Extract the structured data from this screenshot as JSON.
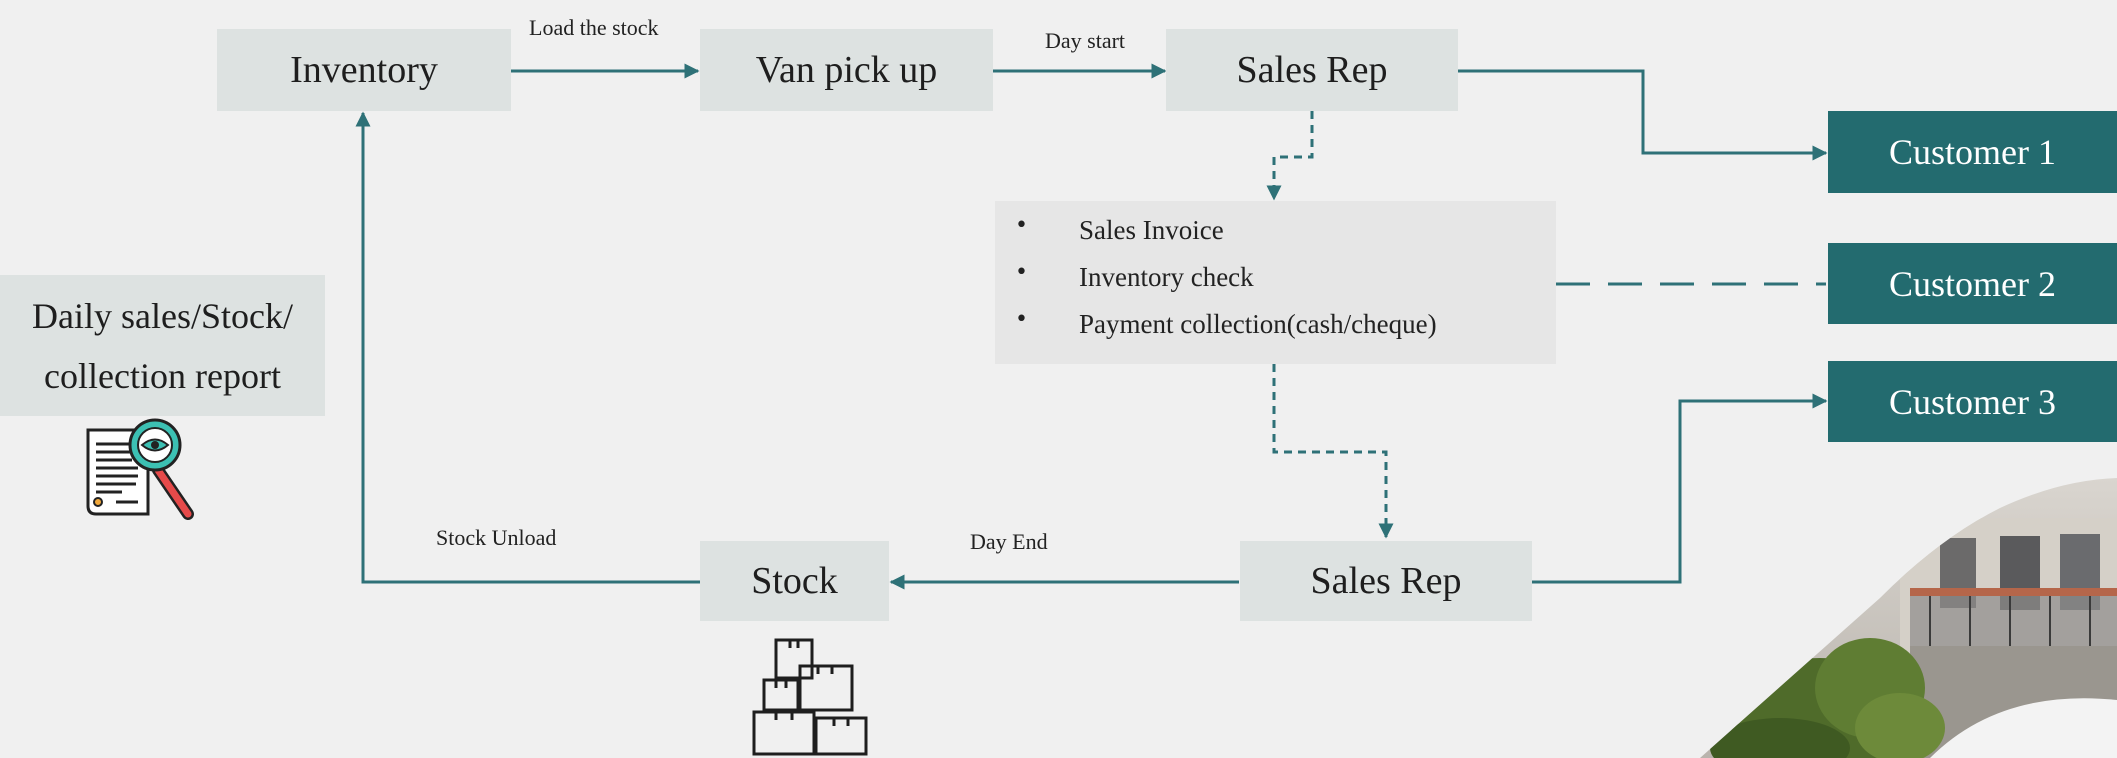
{
  "nodes": {
    "inventory": "Inventory",
    "van_pick_up": "Van pick up",
    "sales_rep_top": "Sales Rep",
    "customer_1": "Customer 1",
    "customer_2": "Customer 2",
    "customer_3": "Customer 3",
    "sales_rep_bottom": "Sales Rep",
    "stock": "Stock",
    "report_line_1": "Daily sales/Stock/",
    "report_line_2": "collection report"
  },
  "edge_labels": {
    "load_the_stock": "Load the stock",
    "day_start": "Day start",
    "stock_unload": "Stock Unload",
    "day_end": "Day End"
  },
  "activities": [
    "Sales Invoice",
    "Inventory check",
    "Payment collection(cash/cheque)"
  ],
  "bullet": "•",
  "icons": {
    "report": "document-magnifier-icon",
    "stock": "boxes-stack-icon"
  },
  "colors": {
    "background": "#f0f0f0",
    "node_fill": "#dde2e1",
    "customer_fill": "#236b6f",
    "connector": "#2e7177",
    "activity_fill": "#e6e6e6"
  }
}
